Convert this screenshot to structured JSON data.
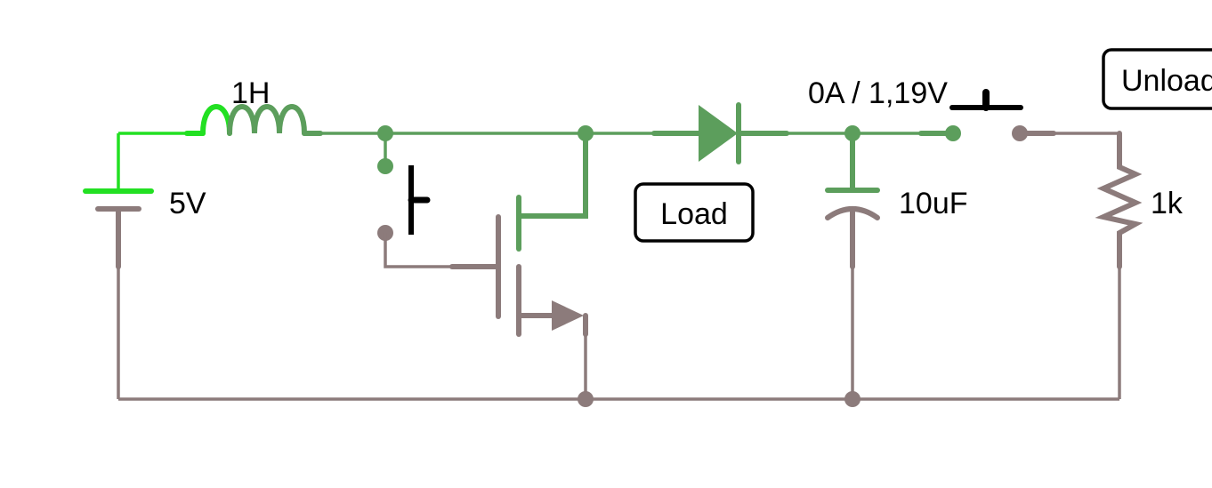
{
  "labels": {
    "battery": "5V",
    "inductor": "1H",
    "capacitor": "10uF",
    "resistor": "1k",
    "meter": "0A / 1,19V"
  },
  "buttons": {
    "load": "Load",
    "unload": "Unload"
  },
  "colors": {
    "active_wire": "#5c9e5c",
    "source_wire": "#22e022",
    "ground_wire": "#8c7b7b",
    "switch": "#000000"
  }
}
